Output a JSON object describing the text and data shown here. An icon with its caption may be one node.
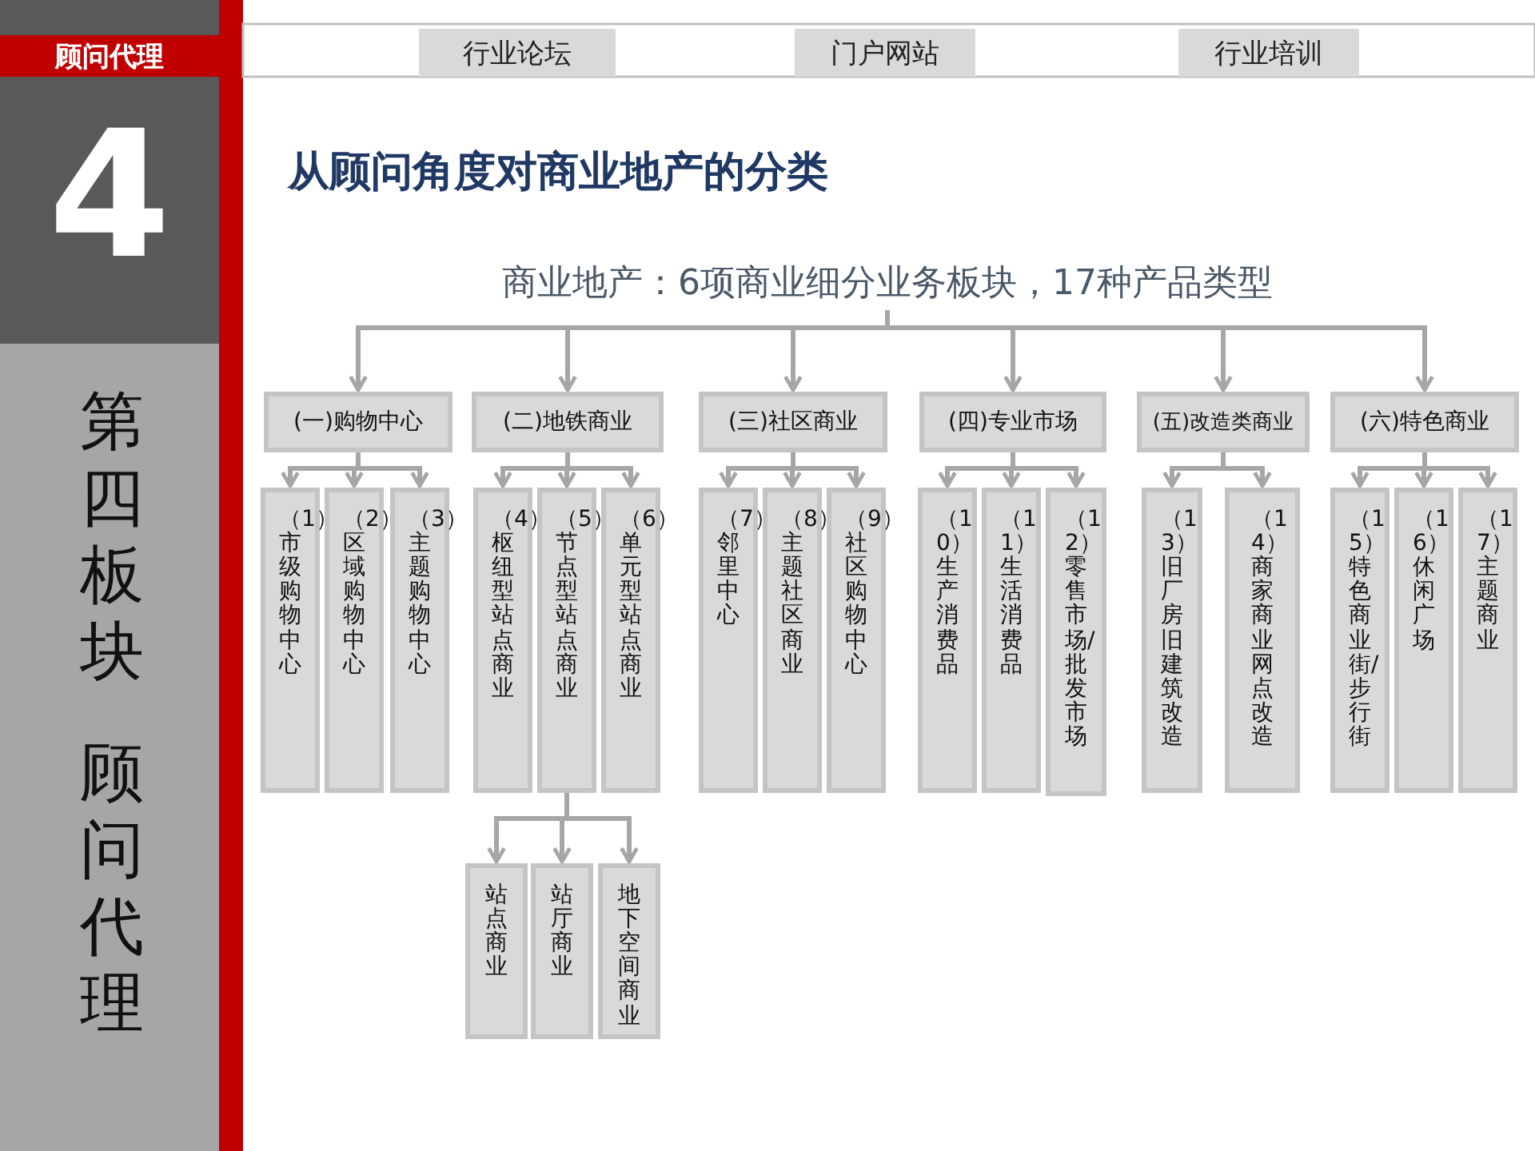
{
  "diagram": {
    "title": "从顾问角度对商业地产的分类",
    "nodes": [
      {
        "text": [
          "商业地产：6项商业细分业务板块，17种产品类型"
        ]
      },
      {
        "text": [
          "(一)购物中心"
        ]
      },
      {
        "text": [
          "(二)地铁商业"
        ]
      },
      {
        "text": [
          "(三)社区商业"
        ]
      },
      {
        "text": [
          "(四)专业市场"
        ]
      },
      {
        "text": [
          "(五)改造类商业"
        ]
      },
      {
        "text": [
          "(六)特色商业"
        ]
      },
      {
        "text": [
          "（1）市级购物中心"
        ]
      },
      {
        "text": [
          "（2）区域购物中心"
        ]
      },
      {
        "text": [
          "（3）主题购物中心"
        ]
      },
      {
        "text": [
          "（4）枢纽型站点商业"
        ]
      },
      {
        "text": [
          "（5）节点型站点商业"
        ]
      },
      {
        "text": [
          "（6）单元型站点商业"
        ]
      },
      {
        "text": [
          "（7）邻里中心"
        ]
      },
      {
        "text": [
          "（8）主题社区商业"
        ]
      },
      {
        "text": [
          "（9）社区购物中心"
        ]
      },
      {
        "text": [
          "（10）生产消费品"
        ]
      },
      {
        "text": [
          "（11）生活消费品"
        ]
      },
      {
        "text": [
          "（12）零售市场/批发市场"
        ]
      },
      {
        "text": [
          "（13）旧厂房旧建筑改造"
        ]
      },
      {
        "text": [
          "（14）商家商业网点改造"
        ]
      },
      {
        "text": [
          "（15）特色商业街/步行街"
        ]
      },
      {
        "text": [
          "（16）休闲广场"
        ]
      },
      {
        "text": [
          "（17）主题商业"
        ]
      },
      {
        "text": [
          "站点商业"
        ]
      },
      {
        "text": [
          "站厅商业"
        ]
      },
      {
        "text": [
          "地下空间商业"
        ]
      }
    ],
    "edges": [
      {
        "from": 0,
        "to": 1,
        "arrow": "to"
      },
      {
        "from": 0,
        "to": 2,
        "arrow": "to"
      },
      {
        "from": 0,
        "to": 3,
        "arrow": "to"
      },
      {
        "from": 0,
        "to": 4,
        "arrow": "to"
      },
      {
        "from": 0,
        "to": 5,
        "arrow": "to"
      },
      {
        "from": 0,
        "to": 6,
        "arrow": "to"
      },
      {
        "from": 1,
        "to": 7,
        "arrow": "to"
      },
      {
        "from": 1,
        "to": 8,
        "arrow": "to"
      },
      {
        "from": 1,
        "to": 9,
        "arrow": "to"
      },
      {
        "from": 2,
        "to": 10,
        "arrow": "to"
      },
      {
        "from": 2,
        "to": 11,
        "arrow": "to"
      },
      {
        "from": 2,
        "to": 12,
        "arrow": "to"
      },
      {
        "from": 3,
        "to": 13,
        "arrow": "to"
      },
      {
        "from": 3,
        "to": 14,
        "arrow": "to"
      },
      {
        "from": 3,
        "to": 15,
        "arrow": "to"
      },
      {
        "from": 4,
        "to": 16,
        "arrow": "to"
      },
      {
        "from": 4,
        "to": 17,
        "arrow": "to"
      },
      {
        "from": 4,
        "to": 18,
        "arrow": "to"
      },
      {
        "from": 5,
        "to": 19,
        "arrow": "to"
      },
      {
        "from": 5,
        "to": 20,
        "arrow": "to"
      },
      {
        "from": 6,
        "to": 21,
        "arrow": "to"
      },
      {
        "from": 6,
        "to": 22,
        "arrow": "to"
      },
      {
        "from": 6,
        "to": 23,
        "arrow": "to"
      },
      {
        "from": 11,
        "to": 24,
        "arrow": "to"
      },
      {
        "from": 11,
        "to": 25,
        "arrow": "to"
      },
      {
        "from": 11,
        "to": 26,
        "arrow": "to"
      }
    ],
    "labels": [
      "顾问代理",
      "行业论坛",
      "门户网站",
      "行业培训",
      "4",
      "第四板块",
      "顾问代理"
    ]
  }
}
